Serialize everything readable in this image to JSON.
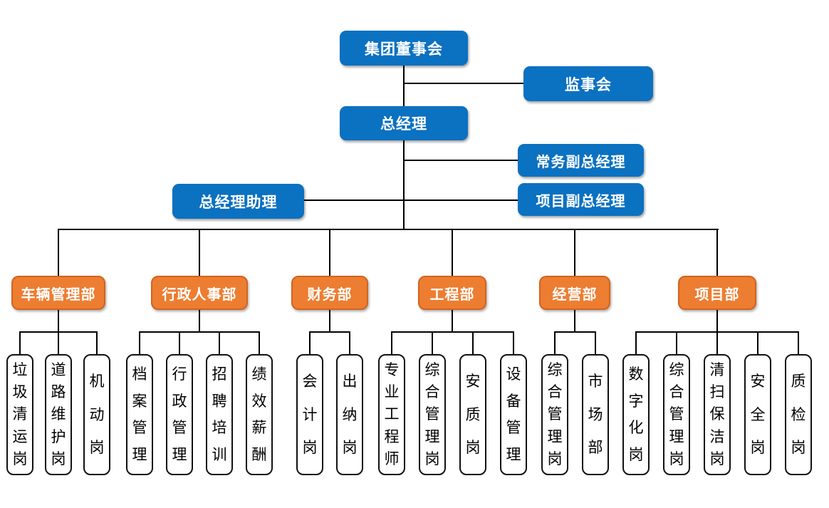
{
  "org": {
    "board": {
      "label": "集团董事会"
    },
    "supervisory": {
      "label": "监事会"
    },
    "general_manager": {
      "label": "总经理"
    },
    "executive_deputy_gm": {
      "label": "常务副总经理"
    },
    "project_deputy_gm": {
      "label": "项目副总经理"
    },
    "gm_assistant": {
      "label": "总经理助理"
    },
    "departments": [
      {
        "label": "车辆管理部",
        "positions": [
          "垃圾清运岗",
          "道路维护岗",
          "机动岗"
        ]
      },
      {
        "label": "行政人事部",
        "positions": [
          "档案管理",
          "行政管理",
          "招聘培训",
          "绩效薪酬"
        ]
      },
      {
        "label": "财务部",
        "positions": [
          "会计岗",
          "出纳岗"
        ]
      },
      {
        "label": "工程部",
        "positions": [
          "专业工程师",
          "综合管理岗",
          "安质岗",
          "设备管理"
        ]
      },
      {
        "label": "经营部",
        "positions": [
          "综合管理岗",
          "市场部"
        ]
      },
      {
        "label": "项目部",
        "positions": [
          "数字化岗",
          "综合管理岗",
          "清扫保洁岗",
          "安全岗",
          "质检岗"
        ]
      }
    ],
    "colors": {
      "node_blue": "#0B71C1",
      "node_orange": "#ED7D31",
      "connector": "#000000",
      "position_border": "#111111"
    }
  }
}
